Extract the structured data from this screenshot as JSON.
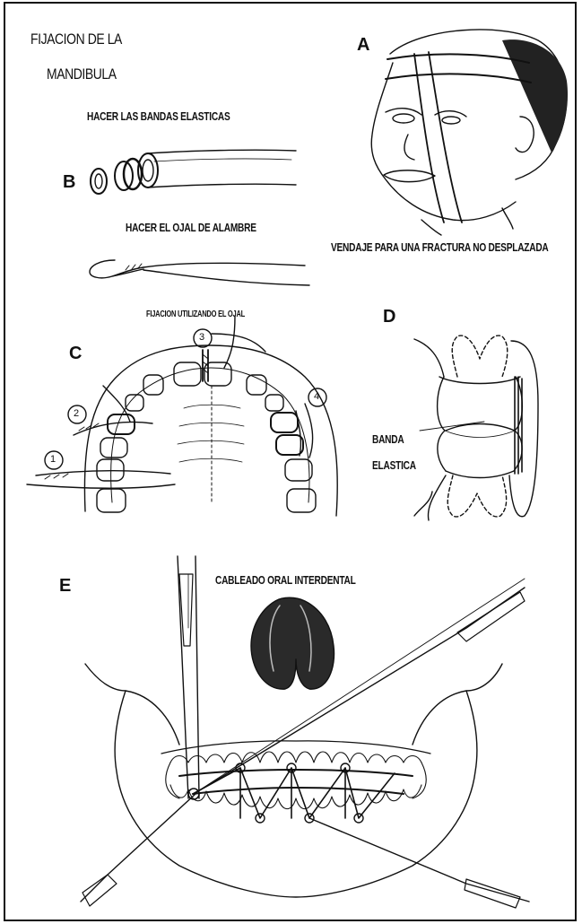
{
  "title": {
    "line1": "FIJACION DE LA",
    "line2": "MANDIBULA"
  },
  "panels": {
    "a": {
      "letter": "A",
      "caption": "VENDAJE PARA UNA FRACTURA NO DESPLAZADA"
    },
    "b": {
      "letter": "B",
      "caption": "HACER LAS BANDAS ELASTICAS",
      "caption2": "HACER EL OJAL DE ALAMBRE"
    },
    "c": {
      "letter": "C",
      "caption": "FIJACION UTILIZANDO EL OJAL",
      "steps": [
        "1",
        "2",
        "3",
        "4"
      ]
    },
    "d": {
      "letter": "D",
      "label_line1": "BANDA",
      "label_line2": "ELASTICA"
    },
    "e": {
      "letter": "E",
      "caption": "CABLEADO ORAL INTERDENTAL"
    }
  }
}
